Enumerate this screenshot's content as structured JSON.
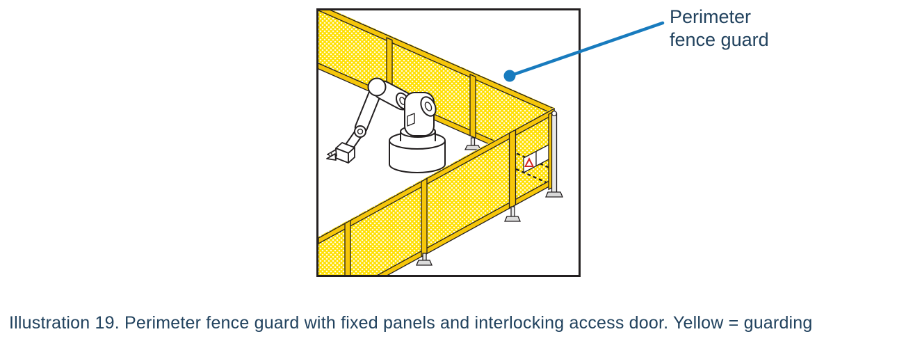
{
  "illustration": {
    "callout": {
      "line1": "Perimeter",
      "line2": "fence guard"
    },
    "contents": {
      "fence": "perimeter-fence-guard",
      "robot": "industrial-robot-arm",
      "door": "interlocking-access-door",
      "sign": "warning-sign"
    }
  },
  "caption": {
    "text": "Illustration 19. Perimeter fence guard with fixed panels and interlocking access door. Yellow = guarding"
  },
  "colors": {
    "leader_blue": "#187bbe",
    "callout_text": "#21425e",
    "caption_text": "#21425e",
    "guard_mesh_yellow": "#ffdf00",
    "frame_gold": "#f6c60a",
    "warning_red": "#d6231f",
    "outline_black": "#231f20",
    "post_gray": "#e8e8e8"
  }
}
